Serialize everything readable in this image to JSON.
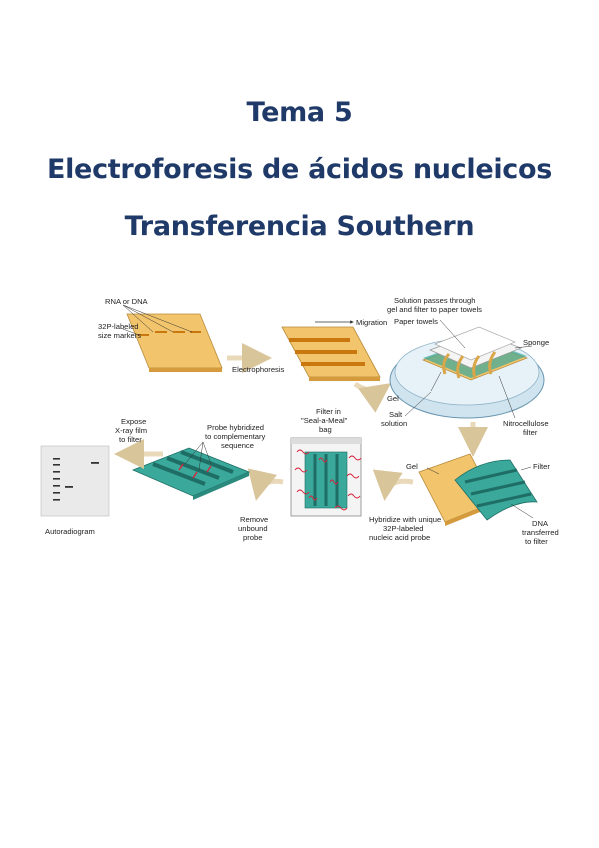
{
  "title": {
    "line1": "Tema 5",
    "line2": "Electroforesis de ácidos nucleicos",
    "line3": "Transferencia Southern"
  },
  "figure": {
    "labels": {
      "rna_or_dna": "RNA or DNA",
      "p32_labeled": "32P-labeled",
      "size_markers": "size markers",
      "migration": "Migration",
      "electrophoresis": "Electrophoresis",
      "solution_passes_1": "Solution passes through",
      "solution_passes_2": "gel and filter to paper towels",
      "paper_towels": "Paper towels",
      "sponge": "Sponge",
      "gel_a": "Gel",
      "salt_1": "Salt",
      "salt_2": "solution",
      "nitro_1": "Nitrocellulose",
      "nitro_2": "filter",
      "expose_1": "Expose",
      "expose_2": "X-ray film",
      "expose_3": "to filter",
      "probe_h1": "Probe hybridized",
      "probe_h2": "to complementary",
      "probe_h3": "sequence",
      "filter_in_1": "Filter in",
      "filter_in_2": "\"Seal-a-Meal\"",
      "filter_in_3": "bag",
      "gel_b": "Gel",
      "filter": "Filter",
      "autoradiogram": "Autoradiogram",
      "remove_1": "Remove",
      "remove_2": "unbound",
      "remove_3": "probe",
      "hybridize_1": "Hybridize with unique",
      "hybridize_2": "32P-labeled",
      "hybridize_3": "nucleic acid probe",
      "dna_t1": "DNA",
      "dna_t2": "transferred",
      "dna_t3": "to filter"
    },
    "colors": {
      "gel": "#f2c46b",
      "gel_band": "#c8780f",
      "filter": "#3aa89a",
      "filter_band": "#1e6e66",
      "probe": "#d8223a",
      "arrow": "#e9d9b8",
      "tray": "#cfe4ef",
      "title": "#1f3a68"
    }
  }
}
